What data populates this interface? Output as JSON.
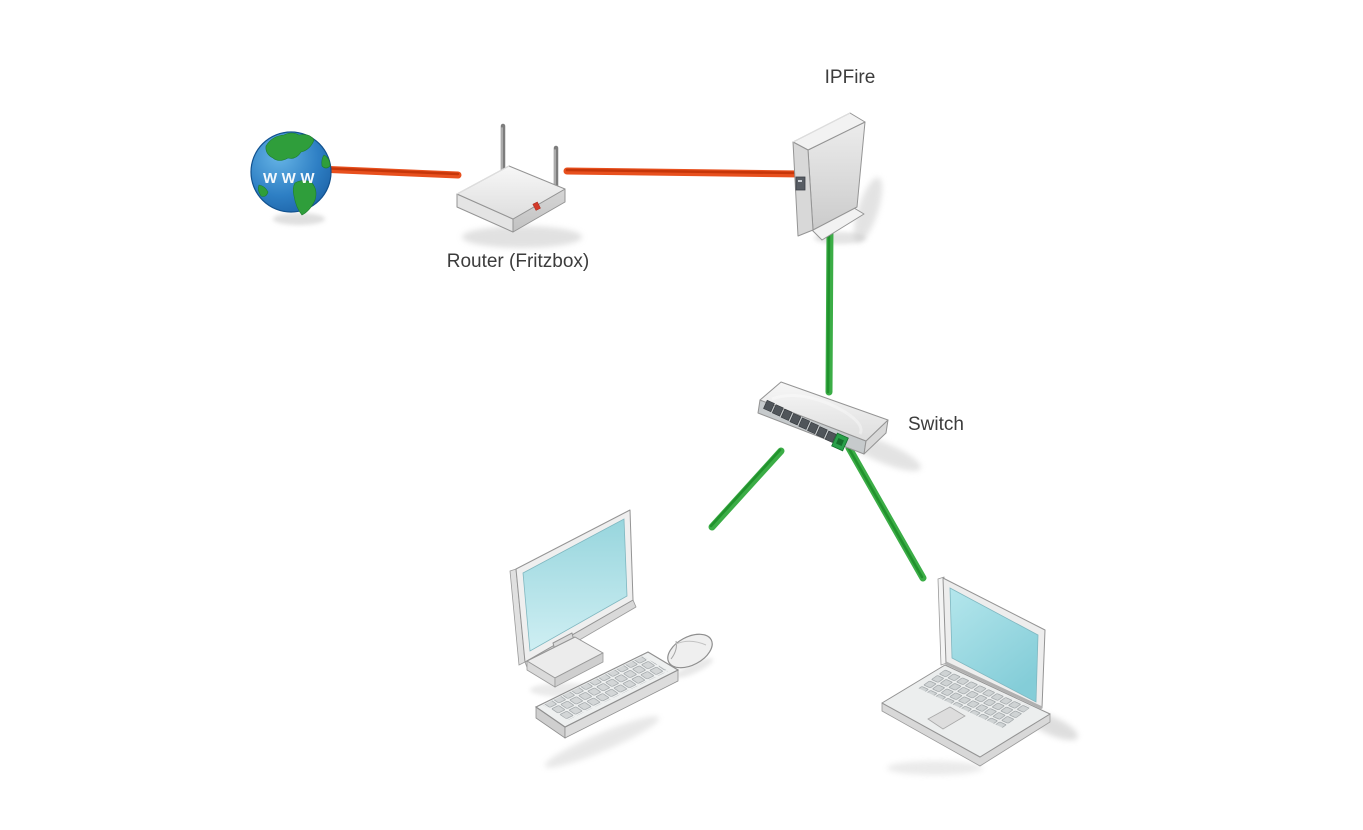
{
  "canvas": {
    "background": "#ffffff"
  },
  "diagram": {
    "type": "network-topology",
    "nodes": {
      "internet": {
        "kind": "internet-globe",
        "globe_text": "WWW"
      },
      "router": {
        "kind": "wireless-router",
        "label": "Router (Fritzbox)"
      },
      "ipfire": {
        "kind": "firewall-appliance",
        "label": "IPFire"
      },
      "switch": {
        "kind": "ethernet-switch",
        "label": "Switch"
      },
      "desktop": {
        "kind": "desktop-pc"
      },
      "laptop": {
        "kind": "laptop"
      }
    },
    "links": [
      {
        "from": "internet",
        "to": "router",
        "type": "wan"
      },
      {
        "from": "router",
        "to": "ipfire",
        "type": "wan"
      },
      {
        "from": "ipfire",
        "to": "switch",
        "type": "lan"
      },
      {
        "from": "switch",
        "to": "desktop",
        "type": "lan"
      },
      {
        "from": "switch",
        "to": "laptop",
        "type": "lan"
      }
    ],
    "colors": {
      "wan": "#e8501e",
      "wan_core": "#c23307",
      "lan": "#3bad46",
      "lan_core": "#1f8f2a",
      "label": "#3c3c3c",
      "screen": "#9ed8e0",
      "switch_port_green": "#2aa04a"
    }
  }
}
